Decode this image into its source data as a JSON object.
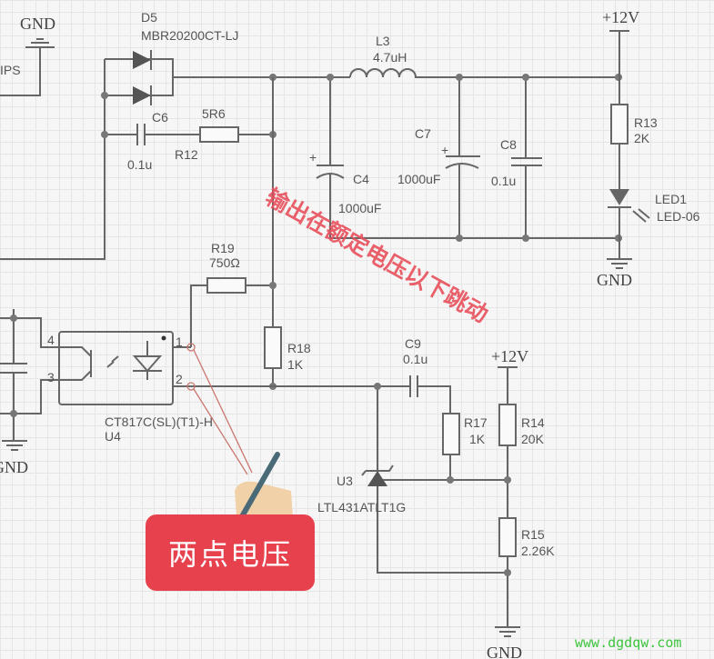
{
  "power": {
    "gnd": "GND",
    "vcc": "+12V"
  },
  "left_net": "IPS",
  "d5": {
    "ref": "D5",
    "value": "MBR20200CT-LJ"
  },
  "c6": {
    "ref": "C6",
    "value": "0.1u"
  },
  "r12": {
    "ref": "R12",
    "value": "5R6"
  },
  "l3": {
    "ref": "L3",
    "value": "4.7uH"
  },
  "c4": {
    "ref": "C4",
    "value": "1000uF"
  },
  "c7": {
    "ref": "C7",
    "value": "1000uF"
  },
  "c8": {
    "ref": "C8",
    "value": "0.1u"
  },
  "r13": {
    "ref": "R13",
    "value": "2K"
  },
  "led1": {
    "ref": "LED1",
    "value": "LED-06"
  },
  "r19": {
    "ref": "R19",
    "value": "750Ω"
  },
  "r18": {
    "ref": "R18",
    "value": "1K"
  },
  "u4": {
    "ref": "U4",
    "value": "CT817C(SL)(T1)-H",
    "pins": [
      "1",
      "2",
      "3",
      "4"
    ]
  },
  "c9": {
    "ref": "C9",
    "value": "0.1u"
  },
  "r17": {
    "ref": "R17",
    "value": "1K"
  },
  "r14": {
    "ref": "R14",
    "value": "20K"
  },
  "r15": {
    "ref": "R15",
    "value": "2.26K"
  },
  "u3": {
    "ref": "U3",
    "value": "LTL431ATLT1G"
  },
  "annotation": "输出在额定电压以下跳动",
  "callout": "两点电压",
  "watermark": "www.dgdqw.com",
  "colors": {
    "annotation": "#e8505c",
    "callout_bg": "#e8414e",
    "watermark": "#3ec43e"
  }
}
